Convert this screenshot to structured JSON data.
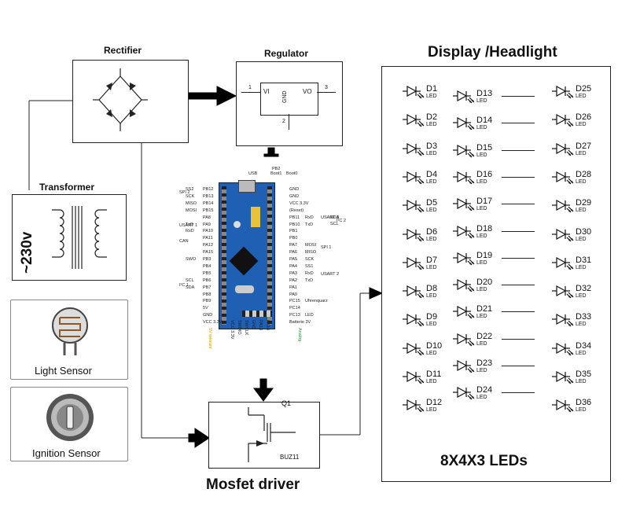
{
  "rectifier": {
    "title": "Rectifier"
  },
  "regulator": {
    "title": "Regulator",
    "pin_vi": "VI",
    "pin_vo": "VO",
    "pin_gnd": "GND",
    "pin1": "1",
    "pin2": "2",
    "pin3": "3"
  },
  "transformer": {
    "title": "Transformer",
    "voltage": "~230v"
  },
  "light_sensor": {
    "label": "Light Sensor"
  },
  "ignition_sensor": {
    "label": "Ignition Sensor"
  },
  "mosfet": {
    "title": "Mosfet driver",
    "ref": "Q1",
    "part": "BUZ11"
  },
  "display": {
    "title": "Display /Headlight",
    "footer": "8X4X3 LEDs",
    "led_sub": "LED",
    "columns": [
      [
        "D1",
        "D2",
        "D3",
        "D4",
        "D5",
        "D6",
        "D7",
        "D8",
        "D9",
        "D10",
        "D11",
        "D12"
      ],
      [
        "D13",
        "D14",
        "D15",
        "D16",
        "D17",
        "D18",
        "D19",
        "D20",
        "D21",
        "D22",
        "D23",
        "D24"
      ],
      [
        "D25",
        "D26",
        "D27",
        "D28",
        "D29",
        "D30",
        "D31",
        "D32",
        "D33",
        "D34",
        "D35",
        "D36"
      ]
    ]
  },
  "mcu": {
    "top_labels": [
      "USB",
      "PB2",
      "Boot1",
      "Boot0"
    ],
    "left_pins": [
      "PB12",
      "PB13",
      "PB14",
      "PB15",
      "PA8",
      "PA9",
      "PA10",
      "PA11",
      "PA12",
      "PA15",
      "PB3",
      "PB4",
      "PB5",
      "PB6",
      "PB7",
      "PB8",
      "PB9",
      "5V",
      "GND",
      "VCC 3.3V"
    ],
    "left_funcs": [
      "SS2",
      "SCK",
      "MISO",
      "MOSI",
      "",
      "TxD",
      "RxD",
      "",
      "",
      "",
      "SWO",
      "",
      "",
      "SCL",
      "SDA",
      "",
      "",
      "",
      "",
      ""
    ],
    "left_groups": [
      "SPI 2",
      "USART 1",
      "CAN",
      "I²C 1"
    ],
    "right_pins": [
      "GND",
      "GND",
      "VCC 3.3V",
      "(Reset)",
      "PB11",
      "PB10",
      "PB1",
      "PB0",
      "PA7",
      "PA6",
      "PA5",
      "PA4",
      "PA3",
      "PA2",
      "PA1",
      "PA0",
      "PC15",
      "PC14",
      "PC13",
      "Batterie 3V"
    ],
    "right_funcs": [
      "",
      "",
      "",
      "",
      "RxD",
      "TxD",
      "",
      "",
      "MOSI",
      "MISO",
      "SCK",
      "SS1",
      "RxD",
      "TxD",
      "",
      "",
      "Uhrenquarz",
      "",
      "LED",
      ""
    ],
    "right_groups": [
      "USART 3",
      "SDA",
      "SCL",
      "I²C 2",
      "SPI 1",
      "USART 2"
    ],
    "bottom_pins": [
      "VCC 3.3V",
      "SWDIO",
      "SWCLK",
      "GND",
      "PA13",
      "PA14"
    ],
    "side_left": "5V tolerant",
    "side_right": "Analog"
  }
}
